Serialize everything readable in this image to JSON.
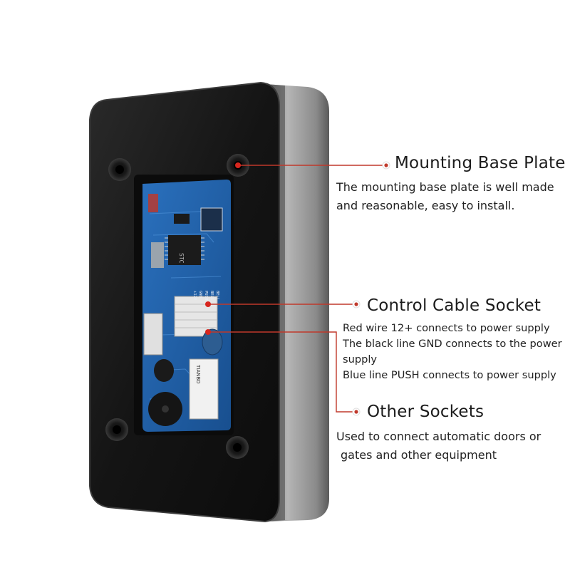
{
  "callouts": {
    "mounting": {
      "title": "Mounting Base Plate",
      "lines": [
        "The mounting base plate is well made",
        "and reasonable, easy to install."
      ]
    },
    "control": {
      "title": "Control Cable Socket",
      "lines": [
        "Red wire 12+ connects to power supply",
        "The black line GND connects to the power",
        "supply",
        "Blue line PUSH connects to power supply"
      ]
    },
    "other": {
      "title": "Other Sockets",
      "lines": [
        "Used to connect automatic doors or",
        "gates and other equipment"
      ]
    }
  },
  "device": {
    "pcb_chip_text": "STC",
    "relay_text": "TIANBO",
    "terminal_labels": [
      "+12V",
      "GND",
      "PUSH",
      "BELL",
      "BELL"
    ]
  },
  "colors": {
    "leader_line": "#c0392b",
    "pcb": "#1f5fa8",
    "housing_face": "#151515",
    "housing_side": "#9a9a9a"
  }
}
